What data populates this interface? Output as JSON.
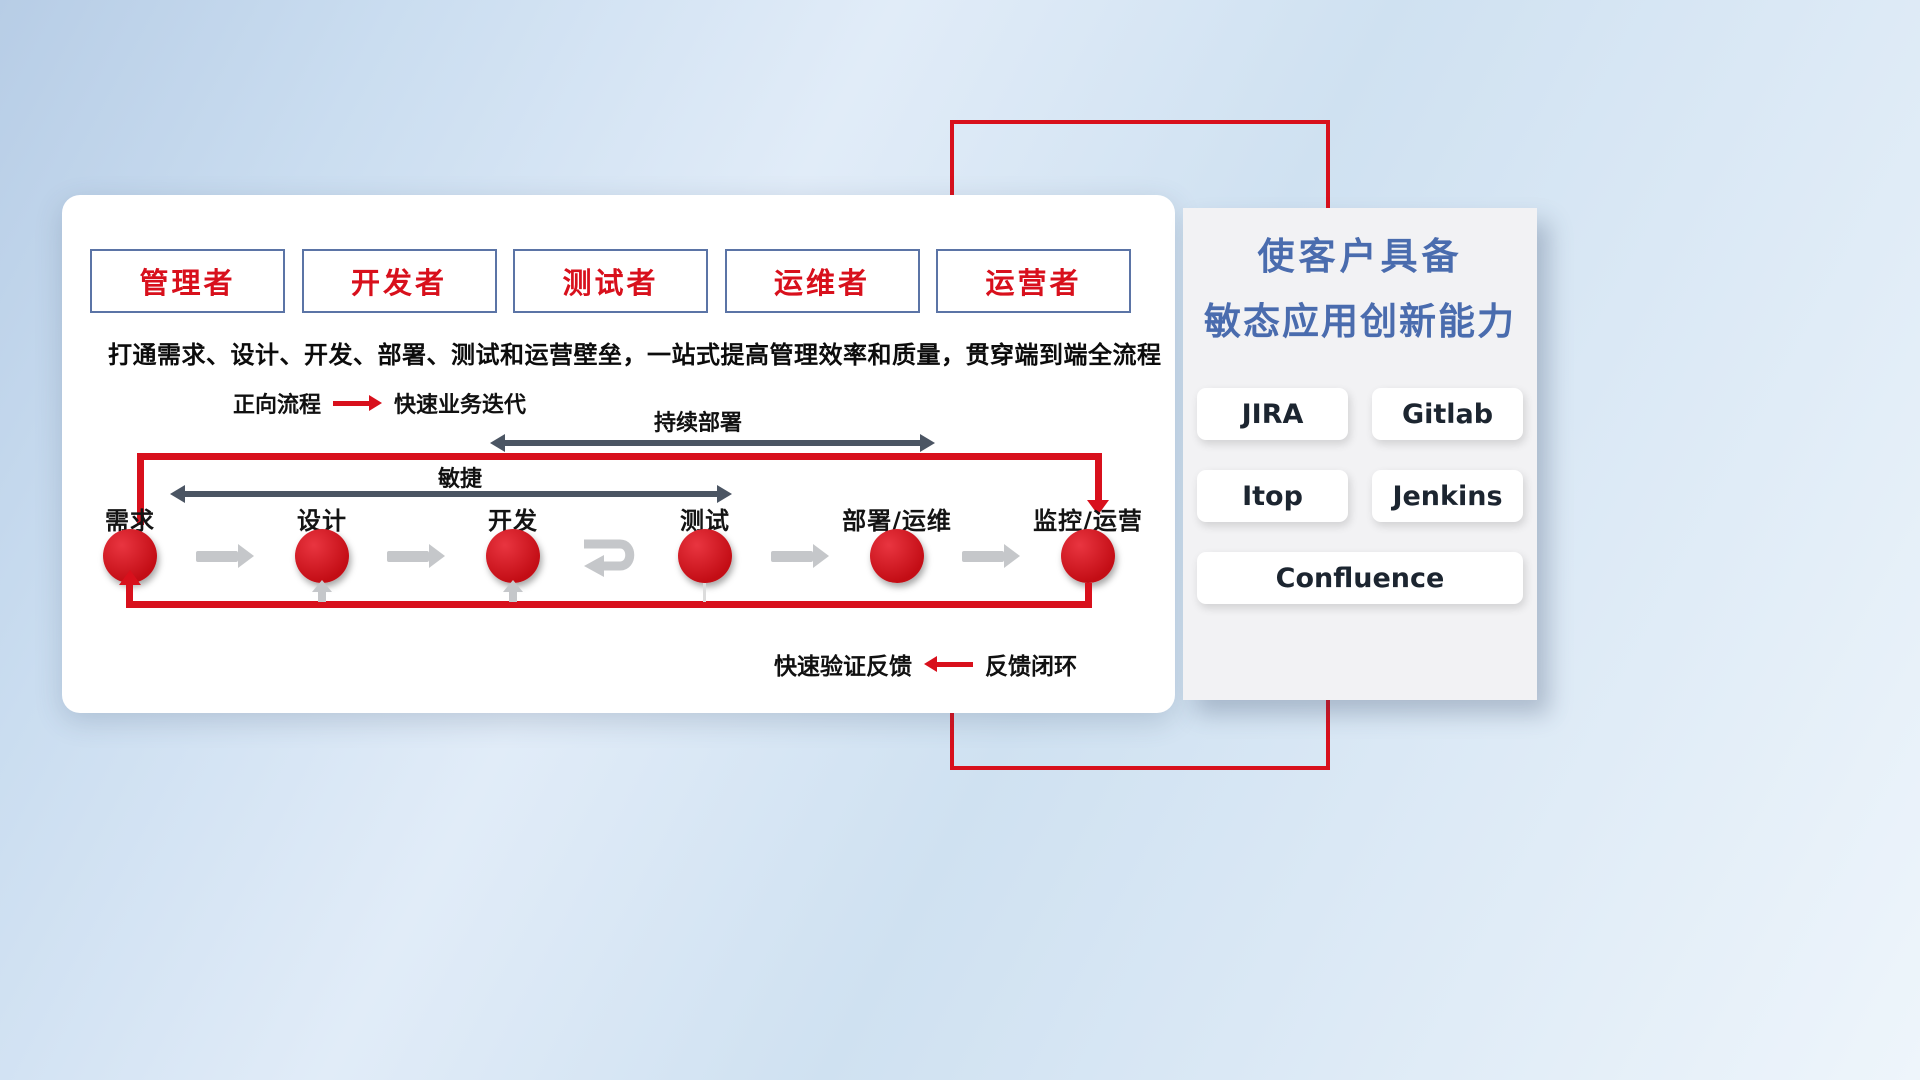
{
  "colors": {
    "red": "#d8101c",
    "box_border_blue": "#5b74a6",
    "panel_title_blue": "#4a6cae",
    "gray_arrow": "#c5c7ca",
    "dark_arrow": "#4b5563"
  },
  "roles": [
    {
      "label": "管理者"
    },
    {
      "label": "开发者"
    },
    {
      "label": "测试者"
    },
    {
      "label": "运维者"
    },
    {
      "label": "运营者"
    }
  ],
  "description": "打通需求、设计、开发、部署、测试和运营壁垒，一站式提高管理效率和质量，贯穿端到端全流程",
  "forward_legend": {
    "label": "正向流程",
    "value": "快速业务迭代"
  },
  "flow": {
    "continuous_deploy_label": "持续部署",
    "agile_label": "敏捷",
    "nodes": [
      {
        "label": "需求"
      },
      {
        "label": "设计"
      },
      {
        "label": "开发"
      },
      {
        "label": "测试"
      },
      {
        "label": "部署/运维"
      },
      {
        "label": "监控/运营"
      }
    ]
  },
  "feedback_legend": {
    "label": "快速验证反馈",
    "value": "反馈闭环"
  },
  "side_panel": {
    "title_line1": "使客户具备",
    "title_line2": "敏态应用创新能力",
    "tools": [
      {
        "label": "JIRA"
      },
      {
        "label": "Gitlab"
      },
      {
        "label": "Itop"
      },
      {
        "label": "Jenkins"
      },
      {
        "label": "Confluence"
      }
    ]
  },
  "icons": {
    "forward_arrow": "red right arrow",
    "feedback_arrow": "red left arrow",
    "agile_span_arrow": "dark double-headed arrow",
    "continuous_deploy_span_arrow": "dark double-headed arrow",
    "flow_step_arrow": "gray right arrow",
    "iteration_loop": "gray loop-back arrow"
  }
}
